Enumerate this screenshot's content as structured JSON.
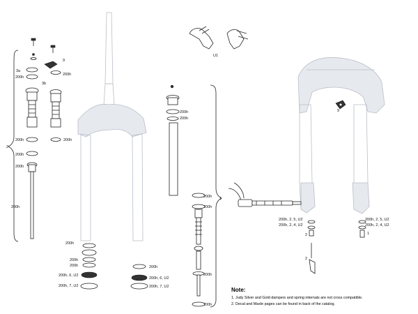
{
  "labels": {
    "u1": "U1",
    "nine_a": "9",
    "nine_b": "9",
    "three_a": "3a",
    "three_b": "3b",
    "l200h_1": "200h",
    "l200h_2": "200h",
    "l200h_3": "200h",
    "l200h_4": "200h",
    "l200h_5": "200h",
    "l200h_6": "200h",
    "l200h_7": "200h",
    "l200h_8": "200h",
    "l200h_9": "200h",
    "l200h_10": "200h",
    "l200h_11": "200h",
    "l200h_12": "200h",
    "l200h_13": "200h",
    "l200h_14": "200h",
    "l200h_15": "200h",
    "l200h_16": "200h",
    "l200h_17": "200h",
    "bracket_2": "2",
    "bracket_1": "1",
    "h6u2_a": "200h, 6, U2",
    "h7u2_a": "200h, 7, U2",
    "h6u2_b": "200h, 6, U2",
    "h7u2_b": "200h, 7, U2",
    "h25u2_a": "200h, 2, 5, U2",
    "h24u2_a": "200h, 2, 4, U2",
    "h25u2_b": "200h, 2, 5, U2",
    "h24u2_b": "200h, 2, 4, U2",
    "one_right": "1",
    "two_mid": "2",
    "two_low": "2"
  },
  "note": {
    "title": "Note:",
    "line1": "1. Judy Silver and Gold dampers and spring internals are not cross compatible.",
    "line2": "2. Decal and Maxle pages can be found in back of the catalog."
  }
}
